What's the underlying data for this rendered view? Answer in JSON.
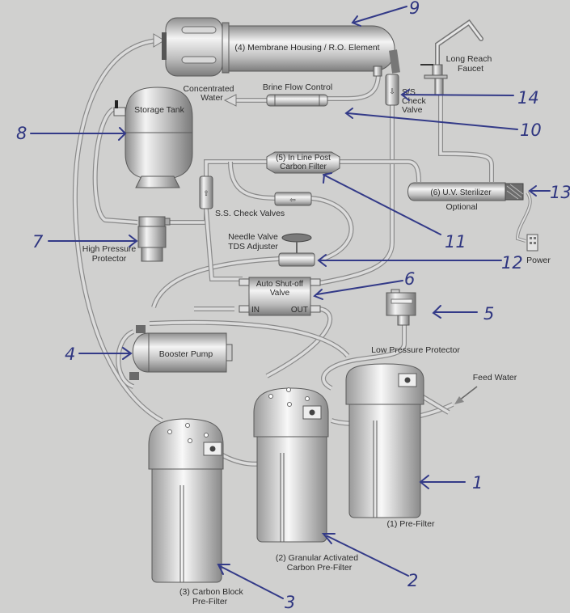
{
  "diagram": {
    "title": "Reverse Osmosis Water Filtration System",
    "components": {
      "membrane_housing": "(4) Membrane Housing / R.O. Element",
      "long_reach_faucet": [
        "Long Reach",
        "Faucet"
      ],
      "concentrated_water": [
        "Concentrated",
        "Water"
      ],
      "brine_flow_control": "Brine Flow Control",
      "ss_check_valve_top": [
        "S/S",
        "Check",
        "Valve"
      ],
      "storage_tank": "Storage Tank",
      "post_carbon_filter": [
        "(5) In Line Post",
        "Carbon Filter"
      ],
      "uv_sterilizer": "(6) U.V. Sterilizer",
      "uv_optional": "Optional",
      "ss_check_valves": "S.S. Check Valves",
      "power": "Power",
      "high_pressure_protector": [
        "High Pressure",
        "Protector"
      ],
      "needle_valve": [
        "Needle Valve",
        "TDS Adjuster"
      ],
      "auto_shutoff_valve": [
        "Auto Shut-off",
        "Valve"
      ],
      "asv_in": "IN",
      "asv_out": "OUT",
      "low_pressure_protector": "Low Pressure Protector",
      "booster_pump": "Booster Pump",
      "feed_water": "Feed Water",
      "pre_filter": "(1) Pre-Filter",
      "gac_pre_filter": [
        "(2) Granular Activated",
        "Carbon Pre-Filter"
      ],
      "carbon_block_pre_filter": [
        "(3)  Carbon Block",
        "Pre-Filter"
      ]
    },
    "handwritten_numbers": {
      "n1": "1",
      "n2": "2",
      "n3": "3",
      "n4": "4",
      "n5": "5",
      "n6": "6",
      "n7": "7",
      "n8": "8",
      "n9": "9",
      "n10": "10",
      "n11": "11",
      "n12": "12",
      "n13": "13",
      "n14": "14"
    },
    "colors": {
      "background": "#d0d0cf",
      "ink": "#333a88",
      "metal_light": "#f2f2f2",
      "metal_dark": "#8e8e8e"
    }
  }
}
